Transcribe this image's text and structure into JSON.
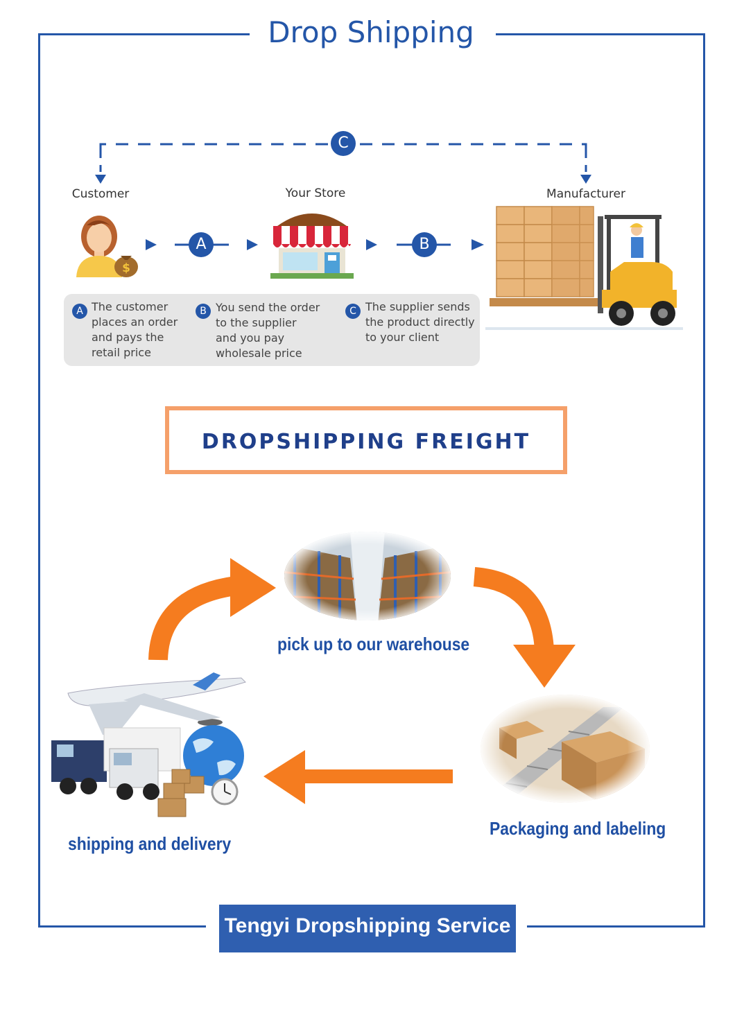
{
  "title": "Drop Shipping",
  "flow": {
    "customer_label": "Customer",
    "store_label": "Your Store",
    "manufacturer_label": "Manufacturer",
    "step_a": "A",
    "step_b": "B",
    "step_c": "C"
  },
  "descriptions": [
    {
      "badge": "A",
      "text": "The customer\nplaces an order\nand pays the\nretail price"
    },
    {
      "badge": "B",
      "text": "You send the order\nto the supplier\nand you pay\nwholesale price"
    },
    {
      "badge": "C",
      "text": "The supplier sends\nthe product directly\nto your client"
    }
  ],
  "freight_heading": "DROPSHIPPING FREIGHT",
  "cycle": {
    "warehouse_caption": "pick up to our warehouse",
    "packaging_caption": "Packaging and labeling",
    "shipping_caption": "shipping and delivery"
  },
  "footer": "Tengyi Dropshipping Service",
  "colors": {
    "brand_blue": "#2456a8",
    "orange": "#f57c1f",
    "freight_border": "#f5a06a"
  }
}
